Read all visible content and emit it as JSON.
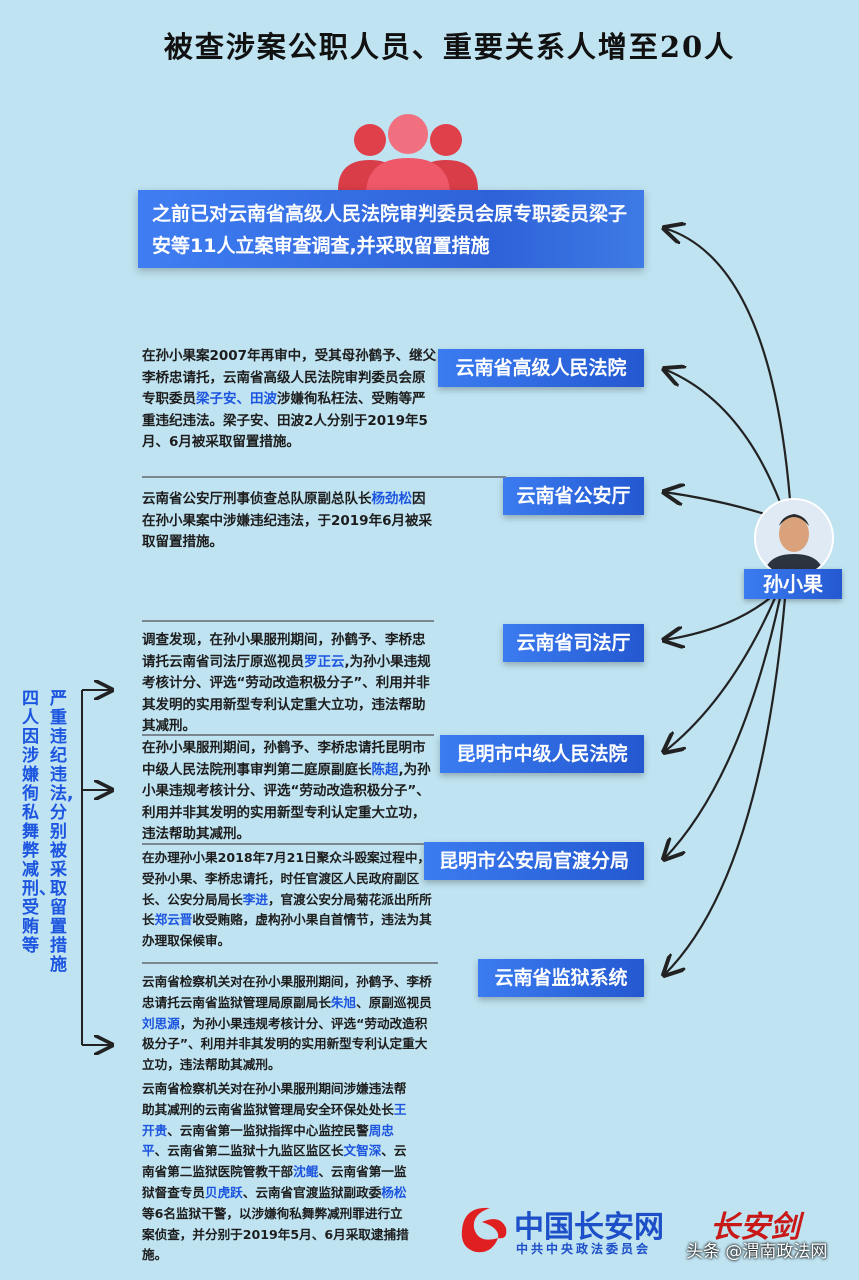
{
  "title": "被查涉案公职人员、重要关系人增至20人",
  "hero_text": "之前已对云南省高级人民法院审判委员会原专职委员梁子安等11人立案审查调查,并采取留置措施",
  "center_name": "孙小果",
  "vertical_caption_left": "四人因涉嫌徇私舞弊减刑、受贿等",
  "vertical_caption_right": "严重违纪违法,分别被采取留置措施",
  "sections": [
    {
      "label": "云南省高级人民法院",
      "parts": [
        {
          "t": "在孙小果案2007年再审中，受其母孙鹤予、继父李桥忠请托，云南省高级人民法院审判委员会原专职委员"
        },
        {
          "t": "梁子安、田波",
          "hl": true
        },
        {
          "t": "涉嫌徇私枉法、受贿等严重违纪违法。梁子安、田波2人分别于2019年5月、6月被采取留置措施。"
        }
      ]
    },
    {
      "label": "云南省公安厅",
      "parts": [
        {
          "t": "云南省公安厅刑事侦查总队原副总队长"
        },
        {
          "t": "杨劲松",
          "hl": true
        },
        {
          "t": "因在孙小果案中涉嫌违纪违法，于2019年6月被采取留置措施。"
        }
      ]
    },
    {
      "label": "云南省司法厅",
      "parts": [
        {
          "t": "调查发现，在孙小果服刑期间，孙鹤予、李桥忠请托云南省司法厅原巡视员"
        },
        {
          "t": "罗正云",
          "hl": true
        },
        {
          "t": ",为孙小果违规考核计分、评选“劳动改造积极分子”、利用并非其发明的实用新型专利认定重大立功，违法帮助其减刑。"
        }
      ]
    },
    {
      "label": "昆明市中级人民法院",
      "parts": [
        {
          "t": "在孙小果服刑期间，孙鹤予、李桥忠请托昆明市中级人民法院刑事审判第二庭原副庭长"
        },
        {
          "t": "陈超",
          "hl": true
        },
        {
          "t": ",为孙小果违规考核计分、评选“劳动改造积极分子”、利用并非其发明的实用新型专利认定重大立功，违法帮助其减刑。"
        }
      ]
    },
    {
      "label": "昆明市公安局官渡分局",
      "parts": [
        {
          "t": "在办理孙小果2018年7月21日聚众斗殴案过程中，受孙小果、李桥忠请托，时任官渡区人民政府副区长、公安分局局长"
        },
        {
          "t": "李进",
          "hl": true
        },
        {
          "t": "，官渡公安分局菊花派出所所长"
        },
        {
          "t": "郑云晋",
          "hl": true
        },
        {
          "t": "收受贿赂，虚构孙小果自首情节，违法为其办理取保候审。"
        }
      ]
    },
    {
      "label": "云南省监狱系统",
      "parts": [
        {
          "t": "云南省检察机关对在孙小果服刑期间，孙鹤予、李桥忠请托云南省监狱管理局原副局长"
        },
        {
          "t": "朱旭",
          "hl": true
        },
        {
          "t": "、原副巡视员"
        },
        {
          "t": "刘思源",
          "hl": true
        },
        {
          "t": "，为孙小果违规考核计分、评选“劳动改造积极分子”、利用并非其发明的实用新型专利认定重大立功，违法帮助其减刑。"
        }
      ]
    },
    {
      "label": "",
      "parts": [
        {
          "t": "云南省检察机关对在孙小果服刑期间涉嫌违法帮助其减刑的云南省监狱管理局安全环保处处长"
        },
        {
          "t": "王开贵",
          "hl": true
        },
        {
          "t": "、云南省第一监狱指挥中心监控民警"
        },
        {
          "t": "周忠平",
          "hl": true
        },
        {
          "t": "、云南省第二监狱十九监区监区长"
        },
        {
          "t": "文智深",
          "hl": true
        },
        {
          "t": "、云南省第二监狱医院管教干部"
        },
        {
          "t": "沈鲲",
          "hl": true
        },
        {
          "t": "、云南省第一监狱督查专员"
        },
        {
          "t": "贝虎跃",
          "hl": true
        },
        {
          "t": "、云南省官渡监狱副政委"
        },
        {
          "t": "杨松",
          "hl": true
        },
        {
          "t": "等6名监狱干警，以涉嫌徇私舞弊减刑罪进行立案侦查，并分别于2019年5月、6月采取逮捕措施。"
        }
      ]
    }
  ],
  "footer": {
    "brand": "中国长安网",
    "sub": "中共中央政法委员会",
    "brand2": "长安剑",
    "watermark": "头条 @渭南政法网"
  },
  "colors": {
    "accent_blue": "#2e62d8",
    "highlight": "#1c55e0",
    "background": "#bfe3f1",
    "logo_red": "#e02020"
  }
}
